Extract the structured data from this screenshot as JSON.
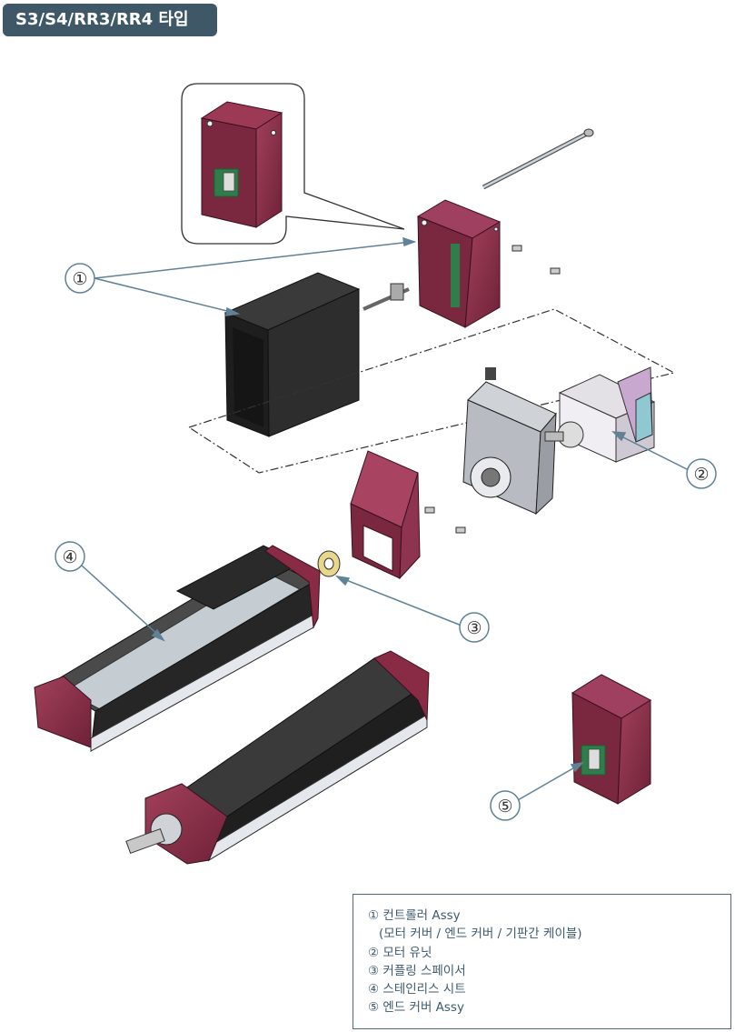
{
  "title": "S3/S4/RR3/RR4 타입",
  "callouts": [
    "①",
    "②",
    "③",
    "④",
    "⑤"
  ],
  "legend": {
    "items": [
      "① 컨트롤러 Assy",
      "(모터 커버 / 엔드 커버 / 기판간 케이블)",
      "② 모터 유닛",
      "③ 커플링 스페이서",
      "④ 스테인리스 시트",
      "⑤ 엔드 커버 Assy"
    ]
  },
  "colors": {
    "title_bg": "#3f5868",
    "maroon": "#8a2b45",
    "maroon_dark": "#5e1c2f",
    "body_black": "#2b2b2b",
    "leader": "#5f8296",
    "legend_text": "#3d5a70"
  }
}
